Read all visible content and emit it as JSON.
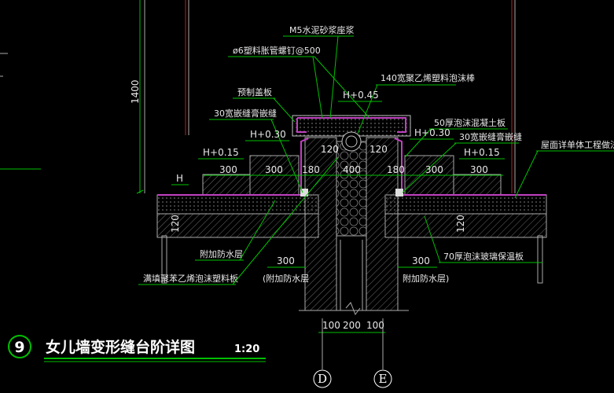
{
  "title": {
    "number": "9",
    "text": "女儿墙变形缝台阶详图",
    "scale": "1:20"
  },
  "labels": {
    "mortar": "M5水泥砂浆座浆",
    "bolt": "ø6塑料胀管螺钉@500",
    "foam_strip": "140宽聚乙烯塑料泡沫棒",
    "precast_cover": "预制盖板",
    "sealant_left": "30宽嵌缝膏嵌缝",
    "foam_concrete": "50厚泡沫混凝土板",
    "sealant_right": "30宽嵌缝膏嵌缝",
    "roof_note": "屋面详单体工程做法",
    "extra_waterproof": "附加防水层",
    "polyethylene_board": "满填聚苯乙烯泡沫塑料板",
    "extra_waterproof_left": "(附加防水层",
    "extra_waterproof_right": "附加防水层)",
    "foam_glass": "70厚泡沫玻璃保温板"
  },
  "elevations": {
    "h045": "H+0.45",
    "h030_left": "H+0.30",
    "h030_right": "H+0.30",
    "h015_left": "H+0.15",
    "h015_right": "H+0.15",
    "h": "H"
  },
  "dimensions": {
    "d1400": "1400",
    "d300_1": "300",
    "d300_2": "300",
    "d180_left": "180",
    "d120_left": "120",
    "d400": "400",
    "d120_right": "120",
    "d180_right": "180",
    "d300_3": "300",
    "d300_4": "300",
    "d120_slab_left": "120",
    "d120_slab_right": "120",
    "d300_bottom_left": "300",
    "d300_bottom_right": "300",
    "d100_left": "100",
    "d200": "200",
    "d100_right": "100"
  },
  "axes": {
    "left": "D",
    "right": "E"
  },
  "colors": {
    "background": "#000000",
    "leader_green": "#00c000",
    "membrane_magenta": "#c040c0",
    "accent_red": "#c02020",
    "title_ring": "#00c000"
  }
}
